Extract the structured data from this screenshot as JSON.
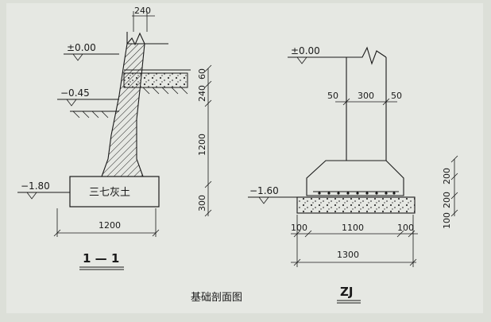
{
  "section_1_1": {
    "title": "1 — 1",
    "level_top": "±0.00",
    "level_mid": "−0.45",
    "level_bottom": "−1.80",
    "material_label": "三七灰土",
    "wall_width": "240",
    "base_width": "1200",
    "vertical_dims": [
      "60",
      "240",
      "1200",
      "300"
    ]
  },
  "section_zj": {
    "title": "ZJ",
    "level_top": "±0.00",
    "level_bottom": "−1.60",
    "column_dims": [
      "50",
      "300",
      "50"
    ],
    "base_dims": [
      "100",
      "1100",
      "100"
    ],
    "total_width": "1300",
    "vertical_dims": [
      "100",
      "200",
      "200"
    ]
  },
  "caption": "基础剖面图"
}
